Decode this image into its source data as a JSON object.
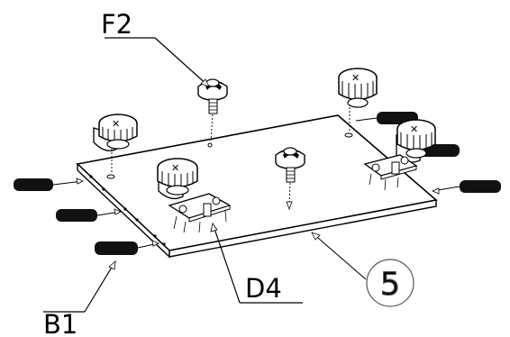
{
  "labels": {
    "f2": "F2",
    "d4": "D4",
    "b1": "B1",
    "step": "5"
  },
  "colors": {
    "ink": "#000000",
    "paper": "#ffffff",
    "dowel": "#111111"
  }
}
